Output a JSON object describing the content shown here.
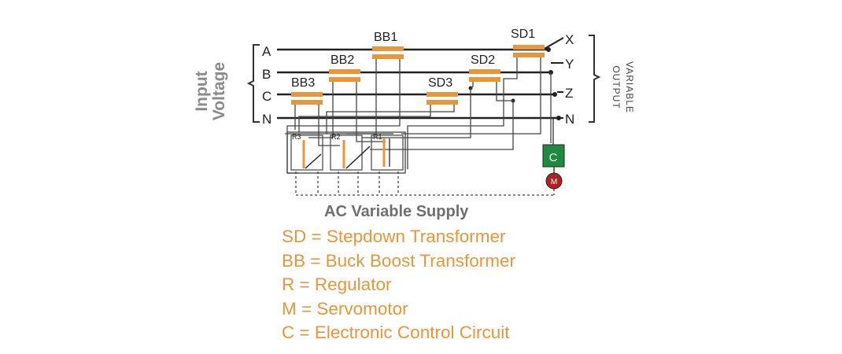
{
  "input_label": {
    "line1": "Input",
    "line2": "Voltage"
  },
  "output_label": {
    "line1": "VARIABLE",
    "line2": "OUTPUT"
  },
  "input_phases": [
    "A",
    "B",
    "C",
    "N"
  ],
  "output_phases": [
    "X",
    "Y",
    "Z",
    "N"
  ],
  "transformers": {
    "bb1": "BB1",
    "bb2": "BB2",
    "bb3": "BB3",
    "sd1": "SD1",
    "sd2": "SD2",
    "sd3": "SD3"
  },
  "regulators": {
    "r1": "R1",
    "r2": "R2",
    "r3": "R3"
  },
  "control": {
    "c": "C",
    "m": "M"
  },
  "caption": "AC Variable Supply",
  "legend": [
    "SD = Stepdown Transformer",
    "BB = Buck Boost Transformer",
    "R = Regulator",
    "M = Servomotor",
    "C = Electronic Control Circuit"
  ],
  "colors": {
    "coil": "#e8963a",
    "wire": "#222222",
    "control_box": "#1e8a3e",
    "motor": "#b02222",
    "caption": "#6f6f6f",
    "legend_text": "#e8963a"
  }
}
